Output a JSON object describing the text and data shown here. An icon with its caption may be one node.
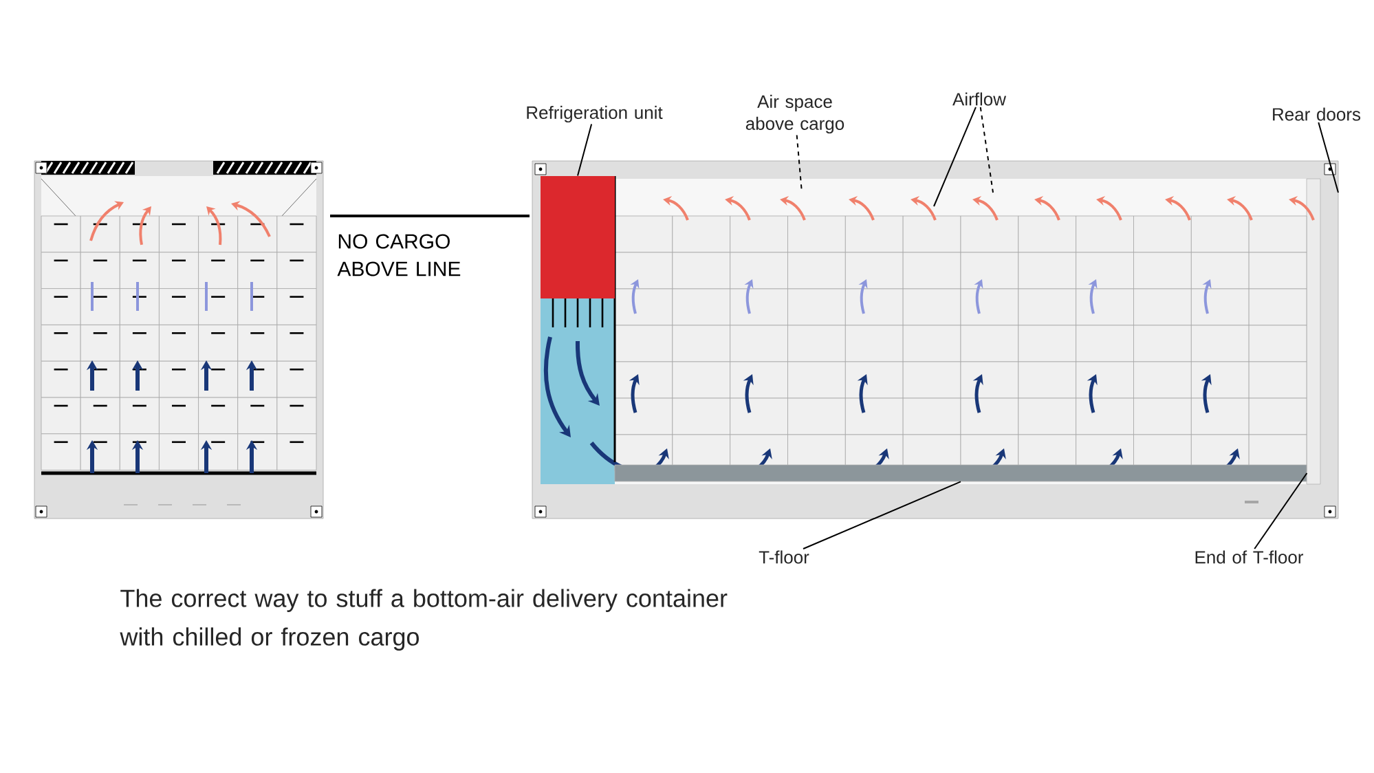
{
  "diagram": {
    "caption": "The correct way to stuff a bottom-air delivery container with chilled or frozen cargo",
    "nodes": [
      {
        "text": [
          "Refrigeration unit"
        ]
      },
      {
        "text": [
          "Air space above cargo"
        ]
      },
      {
        "text": [
          "Airflow"
        ]
      },
      {
        "text": [
          "Rear doors"
        ]
      },
      {
        "text": [
          "T-floor"
        ]
      },
      {
        "text": [
          "End of T-floor"
        ]
      },
      {
        "text": [],
        "shape": "box"
      },
      {
        "text": [],
        "shape": "bar"
      }
    ],
    "edges": [
      {
        "from": 0,
        "to": 6,
        "arrow": "none"
      },
      {
        "from": 1,
        "to": null,
        "arrow": "none",
        "style": "dashed"
      },
      {
        "from": 2,
        "to": null,
        "arrow": "none"
      },
      {
        "from": 2,
        "to": null,
        "arrow": "none",
        "style": "dashed"
      },
      {
        "from": 3,
        "to": null,
        "arrow": "none"
      },
      {
        "from": 4,
        "to": 7,
        "arrow": "none"
      },
      {
        "from": 5,
        "to": 7,
        "arrow": "none"
      }
    ],
    "labels": [
      "NO CARGO ABOVE LINE"
    ]
  }
}
